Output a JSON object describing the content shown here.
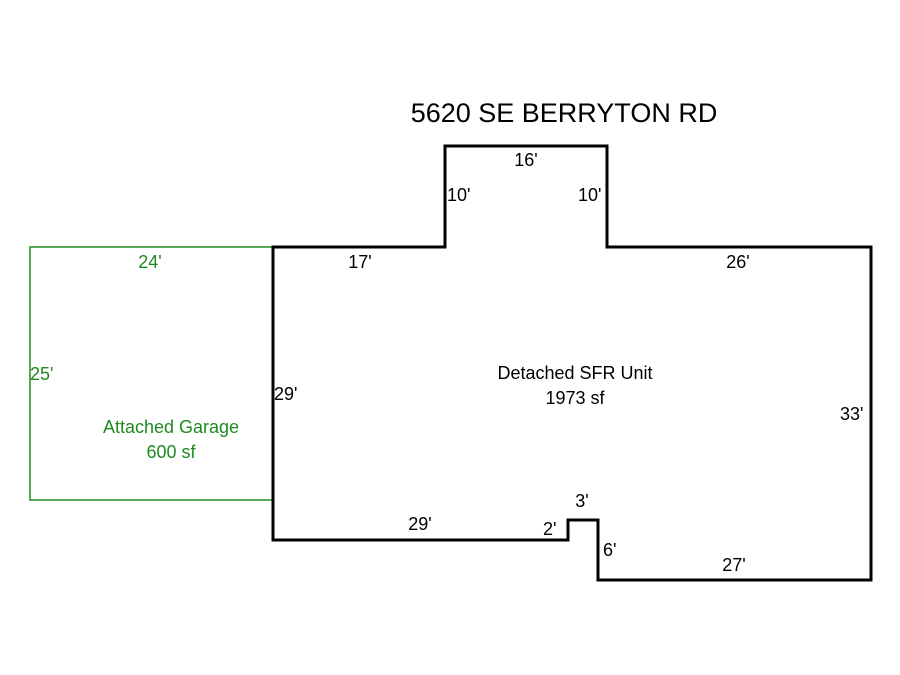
{
  "title": "5620 SE BERRYTON RD",
  "colors": {
    "main": "#000000",
    "garage": "#1f8a1f"
  },
  "main_unit": {
    "name": "Detached SFR Unit",
    "area": "1973 sf",
    "dimensions": {
      "top_left": "17'",
      "bump_left": "10'",
      "bump_top": "16'",
      "bump_right": "10'",
      "top_right": "26'",
      "right": "33'",
      "bottom_right": "27'",
      "notch_right": "6'",
      "notch_top": "3'",
      "notch_left": "2'",
      "bottom_left": "29'",
      "left": "29'"
    }
  },
  "garage": {
    "name": "Attached Garage",
    "area": "600 sf",
    "dimensions": {
      "top": "24'",
      "left": "25'"
    }
  }
}
